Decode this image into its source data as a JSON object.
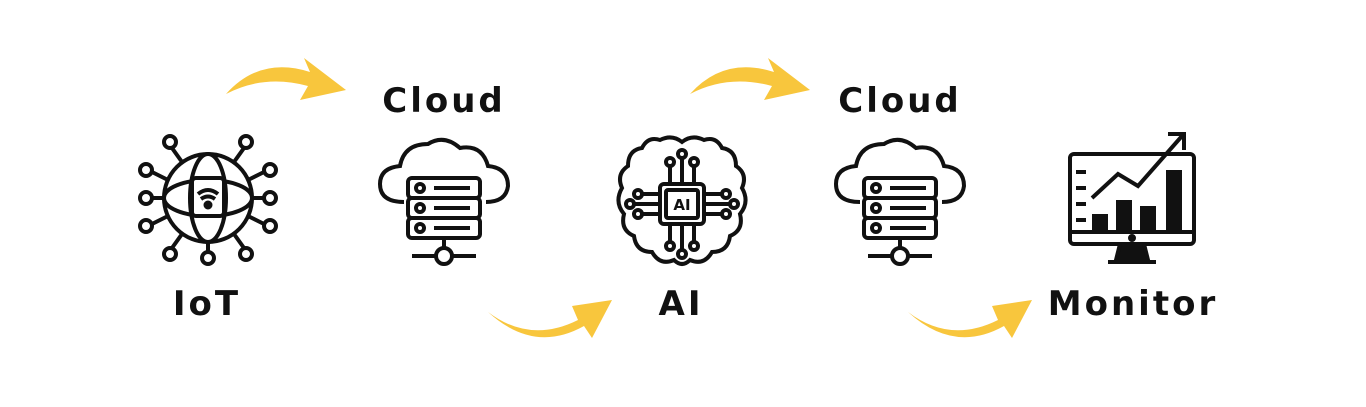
{
  "nodes": [
    {
      "id": "iot",
      "label": "IoT",
      "icon": "iot-globe-network-icon"
    },
    {
      "id": "cloud1",
      "label": "Cloud",
      "icon": "cloud-server-icon"
    },
    {
      "id": "ai",
      "label": "AI",
      "icon": "ai-brain-chip-icon"
    },
    {
      "id": "cloud2",
      "label": "Cloud",
      "icon": "cloud-server-icon"
    },
    {
      "id": "monitor",
      "label": "Monitor",
      "icon": "monitor-chart-icon"
    }
  ],
  "chip_text": "AI",
  "arrow_color": "#F8C63D",
  "ink_color": "#111111"
}
